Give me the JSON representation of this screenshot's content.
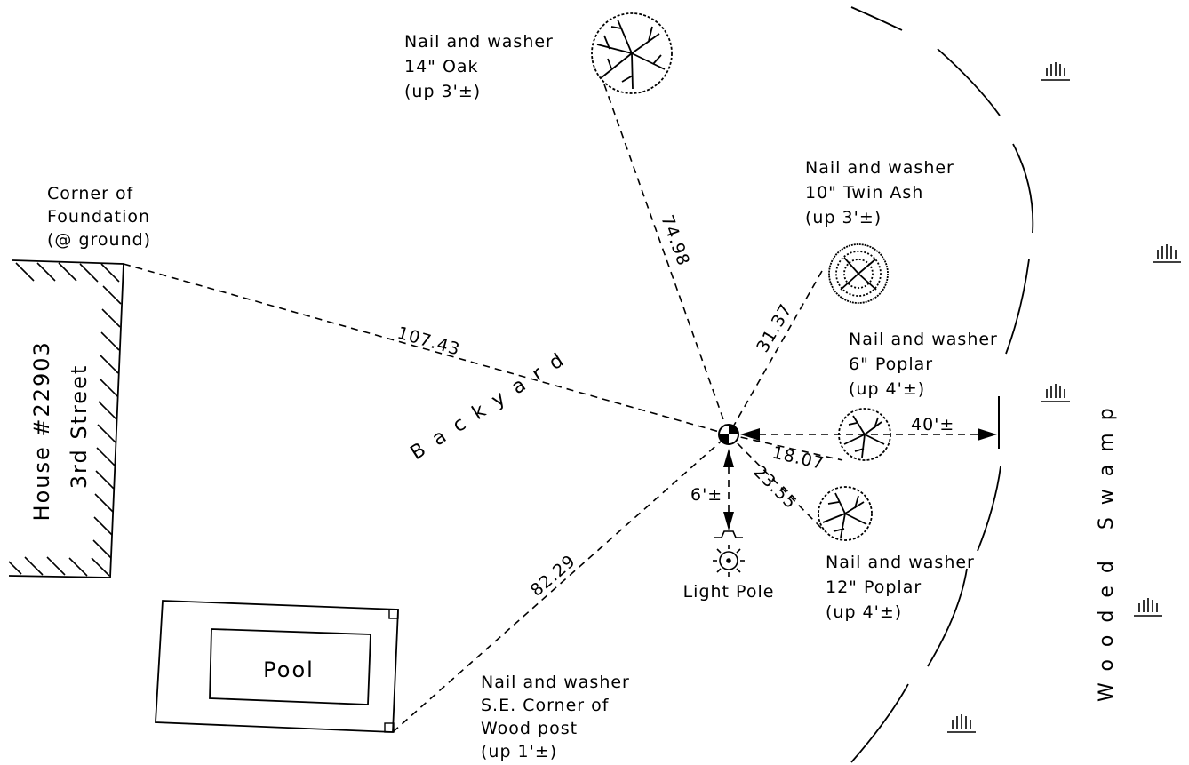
{
  "house": {
    "line1": "House #22903",
    "line2": "3rd Street"
  },
  "foundation_note": {
    "line1": "Corner of",
    "line2": "Foundation",
    "line3": "(@ ground)"
  },
  "oak_note": {
    "line1": "Nail and washer",
    "line2": "14\" Oak",
    "line3": "(up 3'±)"
  },
  "ash_note": {
    "line1": "Nail and washer",
    "line2": "10\" Twin Ash",
    "line3": "(up 3'±)"
  },
  "poplar6_note": {
    "line1": "Nail and washer",
    "line2": "6\" Poplar",
    "line3": "(up 4'±)"
  },
  "poplar12_note": {
    "line1": "Nail and washer",
    "line2": "12\" Poplar",
    "line3": "(up 4'±)"
  },
  "post_note": {
    "line1": "Nail and washer",
    "line2": "S.E. Corner of",
    "line3": "Wood post",
    "line4": "(up 1'±)"
  },
  "pool_label": "Pool",
  "backyard_label": "Backyard",
  "swamp_label": "Wooded Swamp",
  "light_pole_label": "Light Pole",
  "distances": {
    "foundation": "107.43",
    "oak": "74.98",
    "ash": "31.37",
    "poplar6": "18.07",
    "poplar12": "23.55",
    "post": "82.29",
    "swamp_edge": "40'±",
    "light_pole": "6'±"
  }
}
